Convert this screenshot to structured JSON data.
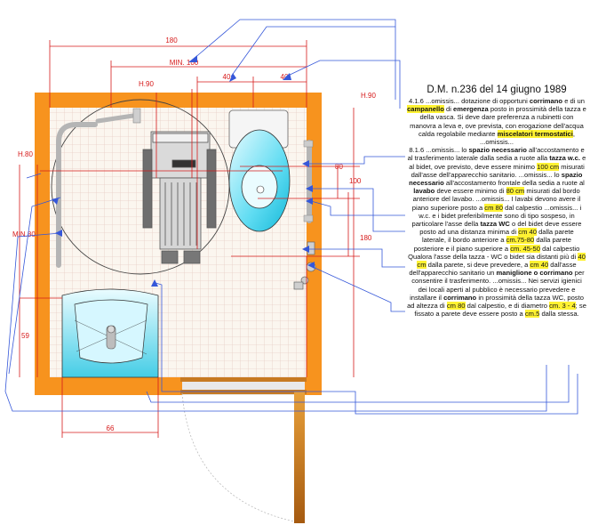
{
  "dimensions": {
    "d180_top": "180",
    "min100": "MIN. 100",
    "d40_a": "40",
    "d40_b": "40",
    "h90_left": "H.90",
    "h80_left": "H.80",
    "min80": "MIN.80",
    "h90_right": "H.90",
    "d80": "80",
    "d100": "100",
    "d180_right": "180",
    "d59": "59",
    "d66": "66"
  },
  "notes": {
    "title": "D.M. n.236 del 14 giugno 1989",
    "s1": {
      "a": "4.1.6 ...omissis... dotazione di opportuni",
      "b": "corrimano",
      "c": "e di un",
      "d": "campanello",
      "e": "di",
      "f": "emergenza",
      "g": "posto in prossimità della tazza e della vasca. Si deve dare preferenza a rubinetti con manovra a leva e, ove prevista, con erogazione dell'acqua calda regolabile mediante",
      "h": "miscelatori termostatici",
      "i": ", ...omissis..."
    },
    "s2": {
      "a": "8.1.6 ...omissis... lo",
      "b": "spazio necessario",
      "c": "all'accostamento e al trasferimento laterale dalla sedia a ruote alla",
      "d": "tazza w.c.",
      "e": "e al bidet, ove previsto, deve essere minimo",
      "f": "100 cm",
      "g": "misurati dall'asse dell'apparecchio sanitario. ...omissis... lo",
      "h": "spazio necessario",
      "i": "all'accostamento frontale della sedia a ruote al",
      "j": "lavabo",
      "k": "deve essere minimo di",
      "l": "80 cm",
      "m": "misurati dal bordo anteriore del lavabo. ...omissis... I lavabi devono avere il piano superiore posto a",
      "n": "cm 80",
      "o": "dal calpestio ...omissis... i w.c. e i bidet preferibilmente sono di tipo sospeso, in particolare l'asse della",
      "p": "tazza WC",
      "q": "o del bidet deve essere posto ad una distanza minima di",
      "r": "cm 40",
      "s": "dalla parete laterale, il bordo anteriore a",
      "t": "cm.75-80",
      "u": "dalla parete posteriore e il piano superiore a",
      "v": "cm. 45-50",
      "w": "dal calpestio"
    },
    "s3": {
      "a": "Qualora l'asse della tazza - WC o bidet sia distanti più di",
      "b": "40 cm",
      "c": "dalla parete, si deve prevedere, a",
      "d": "cm 40",
      "e": "dall'asse dell'apparecchio sanitario un",
      "f": "maniglione o corrimano",
      "g": "per consentire il trasferimento. ...omissis... Nei servizi igienici dei locali aperti al pubblico è necessario prevedere e installare il",
      "h": "corrimano",
      "i": "in prossimità della tazza WC, posto ad altezza di",
      "j": "cm 80",
      "k": "dal calpestio, e di diametro",
      "l": "cm. 3 - 4",
      "m": "; se fissato a parete deve essere posto a",
      "n": "cm.5",
      "o": "dalla stessa."
    }
  }
}
